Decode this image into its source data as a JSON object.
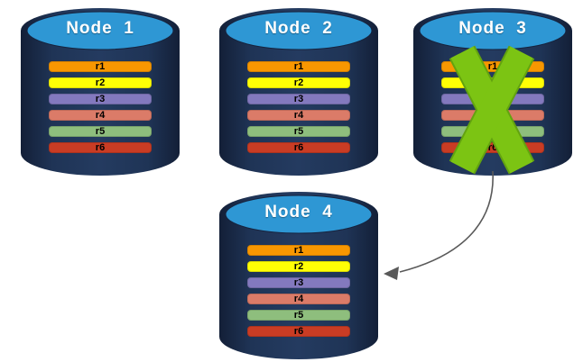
{
  "diagram": {
    "type": "database-replication-failover",
    "description": "Four database node cylinders with replicated rows; Node 3 is failed (green X) with an arrow pointing to Node 4"
  },
  "nodes": [
    {
      "label": "Node  1",
      "failed": false,
      "rows": [
        "r1",
        "r2",
        "r3",
        "r4",
        "r5",
        "r6"
      ]
    },
    {
      "label": "Node  2",
      "failed": false,
      "rows": [
        "r1",
        "r2",
        "r3",
        "r4",
        "r5",
        "r6"
      ]
    },
    {
      "label": "Node  3",
      "failed": true,
      "rows": [
        "r1",
        "r2",
        "r3",
        "r4",
        "r5",
        "r6"
      ]
    },
    {
      "label": "Node  4",
      "failed": false,
      "rows": [
        "r1",
        "r2",
        "r3",
        "r4",
        "r5",
        "r6"
      ]
    }
  ],
  "colors": {
    "cylinder_body": "#1F3253",
    "cylinder_body_edge": "#131F37",
    "cylinder_top": "#2E97D4",
    "row_colors": [
      "#F89701",
      "#FFFF05",
      "#8379BE",
      "#DB7B68",
      "#8EBE7D",
      "#C93C24"
    ],
    "failure_x": "#7CC413",
    "failure_x_outline": "#63A30F",
    "arrow": "#595959"
  },
  "icons": {
    "failure": "green-x-icon",
    "arrow": "failover-arrow"
  },
  "arrow": {
    "from": "Node  3",
    "to": "Node  4"
  }
}
